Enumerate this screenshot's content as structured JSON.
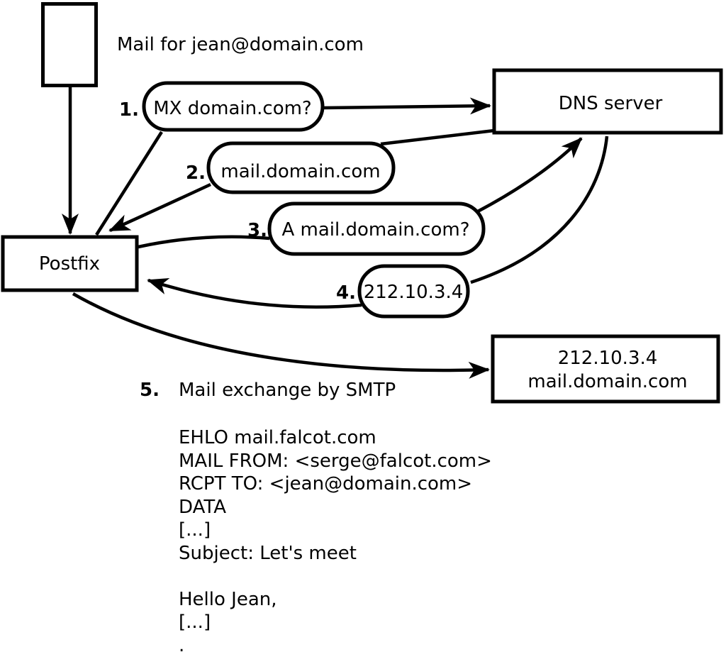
{
  "page": {
    "background_color": "#ffffff",
    "ink_color": "#000000"
  },
  "diagram": {
    "mail_label": "Mail for jean@domain.com",
    "nodes": {
      "postfix": "Postfix",
      "dns": "DNS server",
      "mail_server": {
        "line1": "212.10.3.4",
        "line2": "mail.domain.com"
      }
    },
    "steps": [
      {
        "num": "1.",
        "label": "MX domain.com?"
      },
      {
        "num": "2.",
        "label": "mail.domain.com"
      },
      {
        "num": "3.",
        "label": "A mail.domain.com?"
      },
      {
        "num": "4.",
        "label": "212.10.3.4"
      },
      {
        "num": "5.",
        "label": "Mail exchange by SMTP"
      }
    ],
    "smtp_session": {
      "lines": [
        "EHLO mail.falcot.com",
        "MAIL FROM: <serge@falcot.com>",
        "RCPT TO: <jean@domain.com>",
        "DATA",
        "[...]",
        "Subject: Let's meet",
        "",
        "Hello Jean,",
        "[...]",
        "."
      ]
    }
  }
}
